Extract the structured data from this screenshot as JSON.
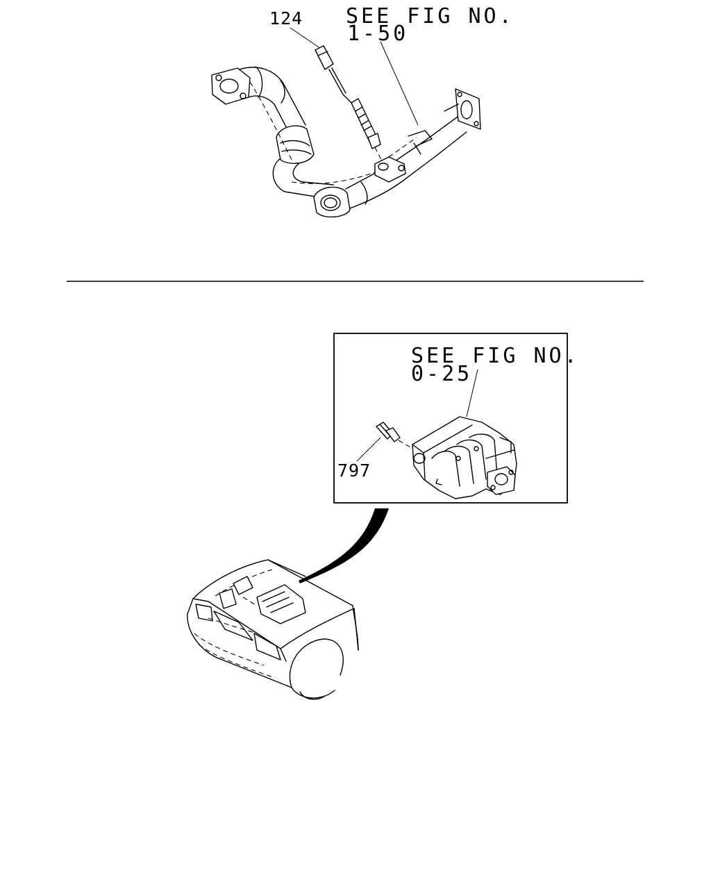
{
  "top": {
    "part_label": "124",
    "reference_line1": "SEE FIG NO.",
    "reference_line2": "1-50"
  },
  "bottom": {
    "part_label": "797",
    "reference_line1": "SEE FIG NO.",
    "reference_line2": "0-25"
  }
}
